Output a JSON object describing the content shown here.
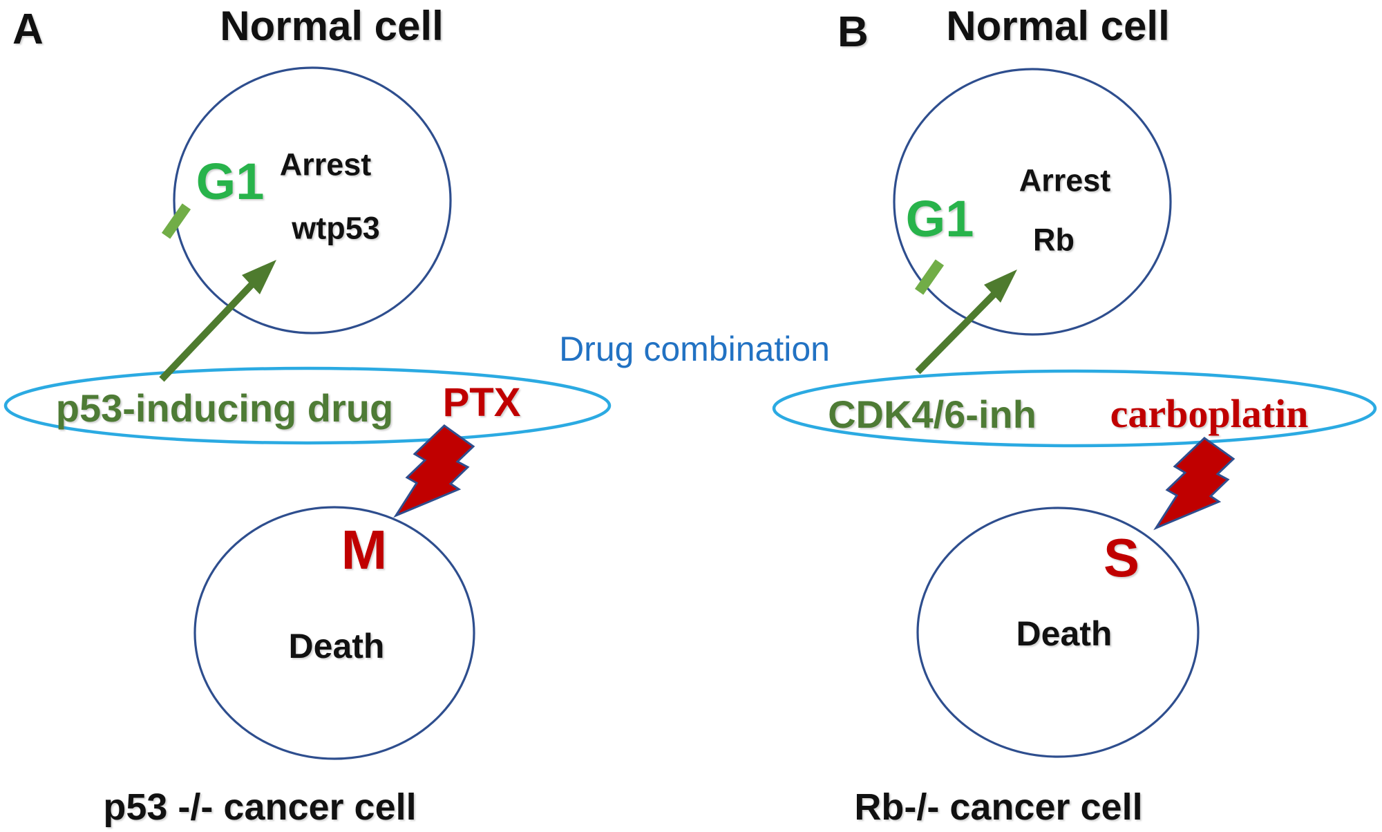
{
  "figure": {
    "center_label": "Drug combination",
    "panel_a": {
      "panel_label": "A",
      "title": "Normal cell",
      "normal_cell": {
        "phase": "G1",
        "arrest_label": "Arrest",
        "gene_label": "wtp53"
      },
      "drug_ellipse": {
        "inducer_drug": "p53-inducing drug",
        "chemo_drug": "PTX"
      },
      "cancer_cell": {
        "phase": "M",
        "outcome": "Death"
      },
      "caption": "p53 -/- cancer cell"
    },
    "panel_b": {
      "panel_label": "B",
      "title": "Normal cell",
      "normal_cell": {
        "phase": "G1",
        "arrest_label": "Arrest",
        "gene_label": "Rb"
      },
      "drug_ellipse": {
        "inducer_drug": "CDK4/6-inh",
        "chemo_drug": "carboplatin"
      },
      "cancer_cell": {
        "phase": "S",
        "outcome": "Death"
      },
      "caption": "Rb-/- cancer cell"
    }
  },
  "colors": {
    "cell_outline": "#2E4E8E",
    "drug_ellipse_outline": "#2BAAE2",
    "phase_green": "#28B34B",
    "tick_green": "#71AD47",
    "arrow_green": "#4E7B2E",
    "drug_text_green": "#4E7B35",
    "red": "#C00000",
    "center_label_blue": "#2272C3",
    "text_black": "#111111"
  }
}
